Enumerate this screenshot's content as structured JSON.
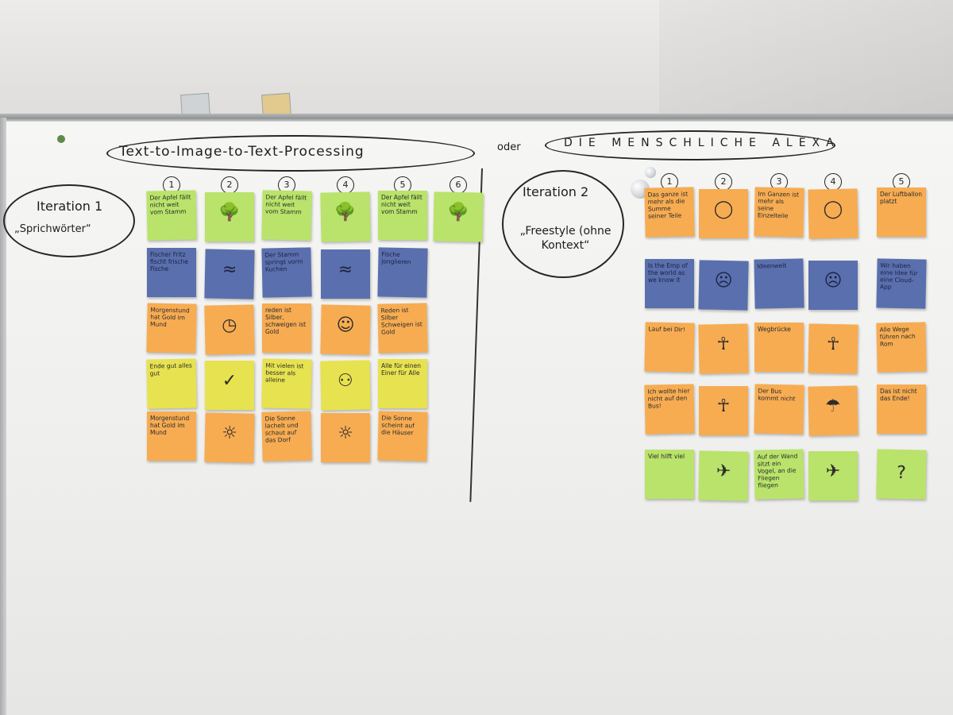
{
  "title": "Text-to-Image-to-Text-Processing",
  "oder": "oder",
  "subtitle": "DIE MENSCHLICHE ALEXA",
  "iteration1": {
    "title": "Iteration 1",
    "subtitle": "„Sprichwörter“"
  },
  "iteration2": {
    "title": "Iteration 2",
    "subtitle": "„Freestyle (ohne Kontext“"
  },
  "left_numbers": [
    "1",
    "2",
    "3",
    "4",
    "5",
    "6"
  ],
  "right_numbers": [
    "1",
    "2",
    "3",
    "4",
    "5"
  ],
  "left_rows": [
    [
      "Der Apfel fällt nicht weit vom Stamm",
      "tree-icon",
      "Der Apfel fällt nicht weit vom Stamm",
      "tree-icon",
      "Der Apfel fällt nicht weit vom Stamm",
      "tree-icon"
    ],
    [
      "Fischer Fritz fischt frische Fische",
      "fish-icon",
      "Der Stamm springt vorm Kuchen",
      "fish-icon",
      "Fische jonglieren"
    ],
    [
      "Morgenstund hat Gold im Mund",
      "clock-icon",
      "reden ist Silber, schweigen ist Gold",
      "mouth-icon",
      "Reden ist Silber Schweigen ist Gold"
    ],
    [
      "Ende gut alles gut",
      "check-icon",
      "Mit vielen ist besser als alleine",
      "people-icon",
      "Alle für einen Einer für Alle"
    ],
    [
      "Morgenstund hat Gold im Mund",
      "sun-icon",
      "Die Sonne lachelt und schaut auf das Dorf",
      "sun-icon",
      "Die Sonne scheint auf die Häuser"
    ]
  ],
  "right_rows": [
    [
      "Das ganze ist mehr als die Summe seiner Teile",
      "circle-icon",
      "Im Ganzen ist mehr als seine Einzelteile",
      "circle-icon",
      "Der Luftballon platzt"
    ],
    [
      "Is the Emp of the world as we know it",
      "face-icon",
      "Ideenwelt",
      "face-icon",
      "Wir haben eine Idee für eine Cloud-App"
    ],
    [
      "Lauf bei Dir!",
      "person-icon",
      "Wegbrücke",
      "person-icon",
      "Alle Wege führen nach Rom"
    ],
    [
      "Ich wollte hier nicht auf den Bus!",
      "person-icon",
      "Der Bus kommt nicht",
      "rain-icon",
      "Das ist nicht das Ende!"
    ],
    [
      "Viel hilft viel",
      "bird-icon",
      "Auf der Wand sitzt ein Vogel, an die Fliegen fliegen",
      "bird-icon",
      "?"
    ]
  ],
  "colors": {
    "green": "#b9e36a",
    "blue": "#5a6fae",
    "orange": "#f7ac52",
    "yellow": "#e7e24f",
    "board": "#f2f2f0"
  }
}
